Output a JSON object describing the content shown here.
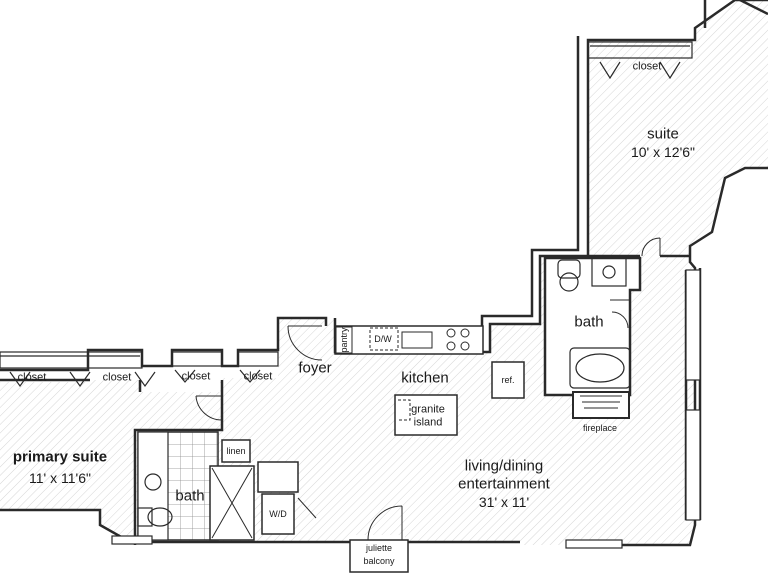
{
  "rooms": {
    "suite": {
      "name": "suite",
      "size": "10' x 12'6\""
    },
    "primary_suite": {
      "name": "primary suite",
      "size": "11' x 11'6\""
    },
    "living": {
      "line1": "living/dining",
      "line2": "entertainment",
      "size": "31' x 11'"
    },
    "kitchen": "kitchen",
    "foyer": "foyer",
    "bath_upper": "bath",
    "bath_lower": "bath",
    "fireplace": "fireplace",
    "juliette": {
      "line1": "juliette",
      "line2": "balcony"
    }
  },
  "fixtures": {
    "closet_suite": "closet",
    "closet_primary_1": "closet",
    "closet_primary_2": "closet",
    "closet_hall_1": "closet",
    "closet_hall_2": "closet",
    "linen": "linen",
    "washer_dryer": "W/D",
    "dishwasher": "D/W",
    "pantry": "pantry",
    "refrigerator": "ref.",
    "granite_island": {
      "line1": "granite",
      "line2": "island"
    }
  },
  "colors": {
    "wall": "#2a2a2a",
    "hatch": "#d9d9d9",
    "background": "#ffffff"
  }
}
